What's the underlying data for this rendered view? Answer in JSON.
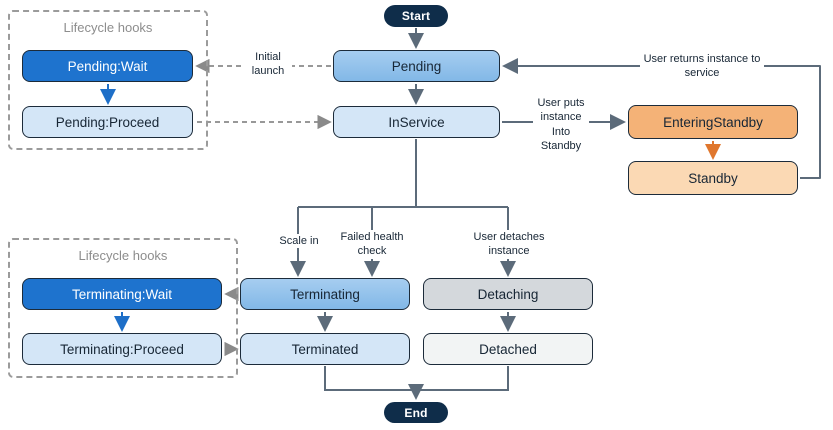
{
  "nodes": {
    "start": "Start",
    "pending": "Pending",
    "in_service": "InService",
    "entering_standby": "EnteringStandby",
    "standby": "Standby",
    "pending_wait": "Pending:Wait",
    "pending_proceed": "Pending:Proceed",
    "terminating_wait": "Terminating:Wait",
    "terminating_proceed": "Terminating:Proceed",
    "terminating": "Terminating",
    "terminated": "Terminated",
    "detaching": "Detaching",
    "detached": "Detached",
    "end": "End"
  },
  "groups": {
    "pending_hooks_title": "Lifecycle hooks",
    "terminating_hooks_title": "Lifecycle hooks"
  },
  "edge_labels": {
    "initial_launch": "Initial launch",
    "user_puts_standby": "User puts instance Into Standby",
    "user_returns_service": "User returns instance to service",
    "scale_in": "Scale in",
    "failed_health_check": "Failed health check",
    "user_detaches_instance": "User detaches instance"
  },
  "colors": {
    "dark_pill": "#0f2d4a",
    "node_border": "#1c2b3a",
    "blue_strong": "#1e73ce",
    "blue_medium": "#8fc0ea",
    "blue_light": "#d4e6f7",
    "orange_medium": "#f4b277",
    "orange_light": "#fbd9b4",
    "gray_medium": "#d4d8dc",
    "gray_light": "#f2f4f4",
    "arrow_solid": "#5c6b7a",
    "arrow_dashed": "#8a8a8a",
    "arrow_blue": "#1e6fc8",
    "arrow_orange": "#e0772e",
    "hooks_border": "#9b9b9b"
  }
}
